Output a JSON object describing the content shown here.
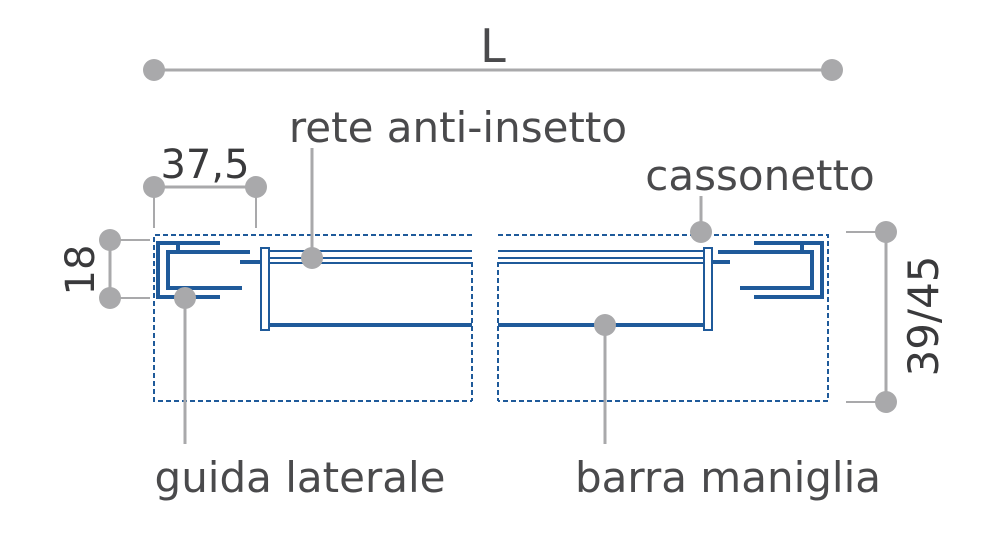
{
  "labels": {
    "L": "L",
    "width_375": "37,5",
    "height_18": "18",
    "height_3945": "39/45",
    "rete": "rete anti-insetto",
    "cassonetto": "cassonetto",
    "guida": "guida laterale",
    "barra": "barra maniglia"
  },
  "colors": {
    "profile": "#1f5a9a",
    "leader": "#a9a9ab",
    "text": "#4a4a4c"
  }
}
